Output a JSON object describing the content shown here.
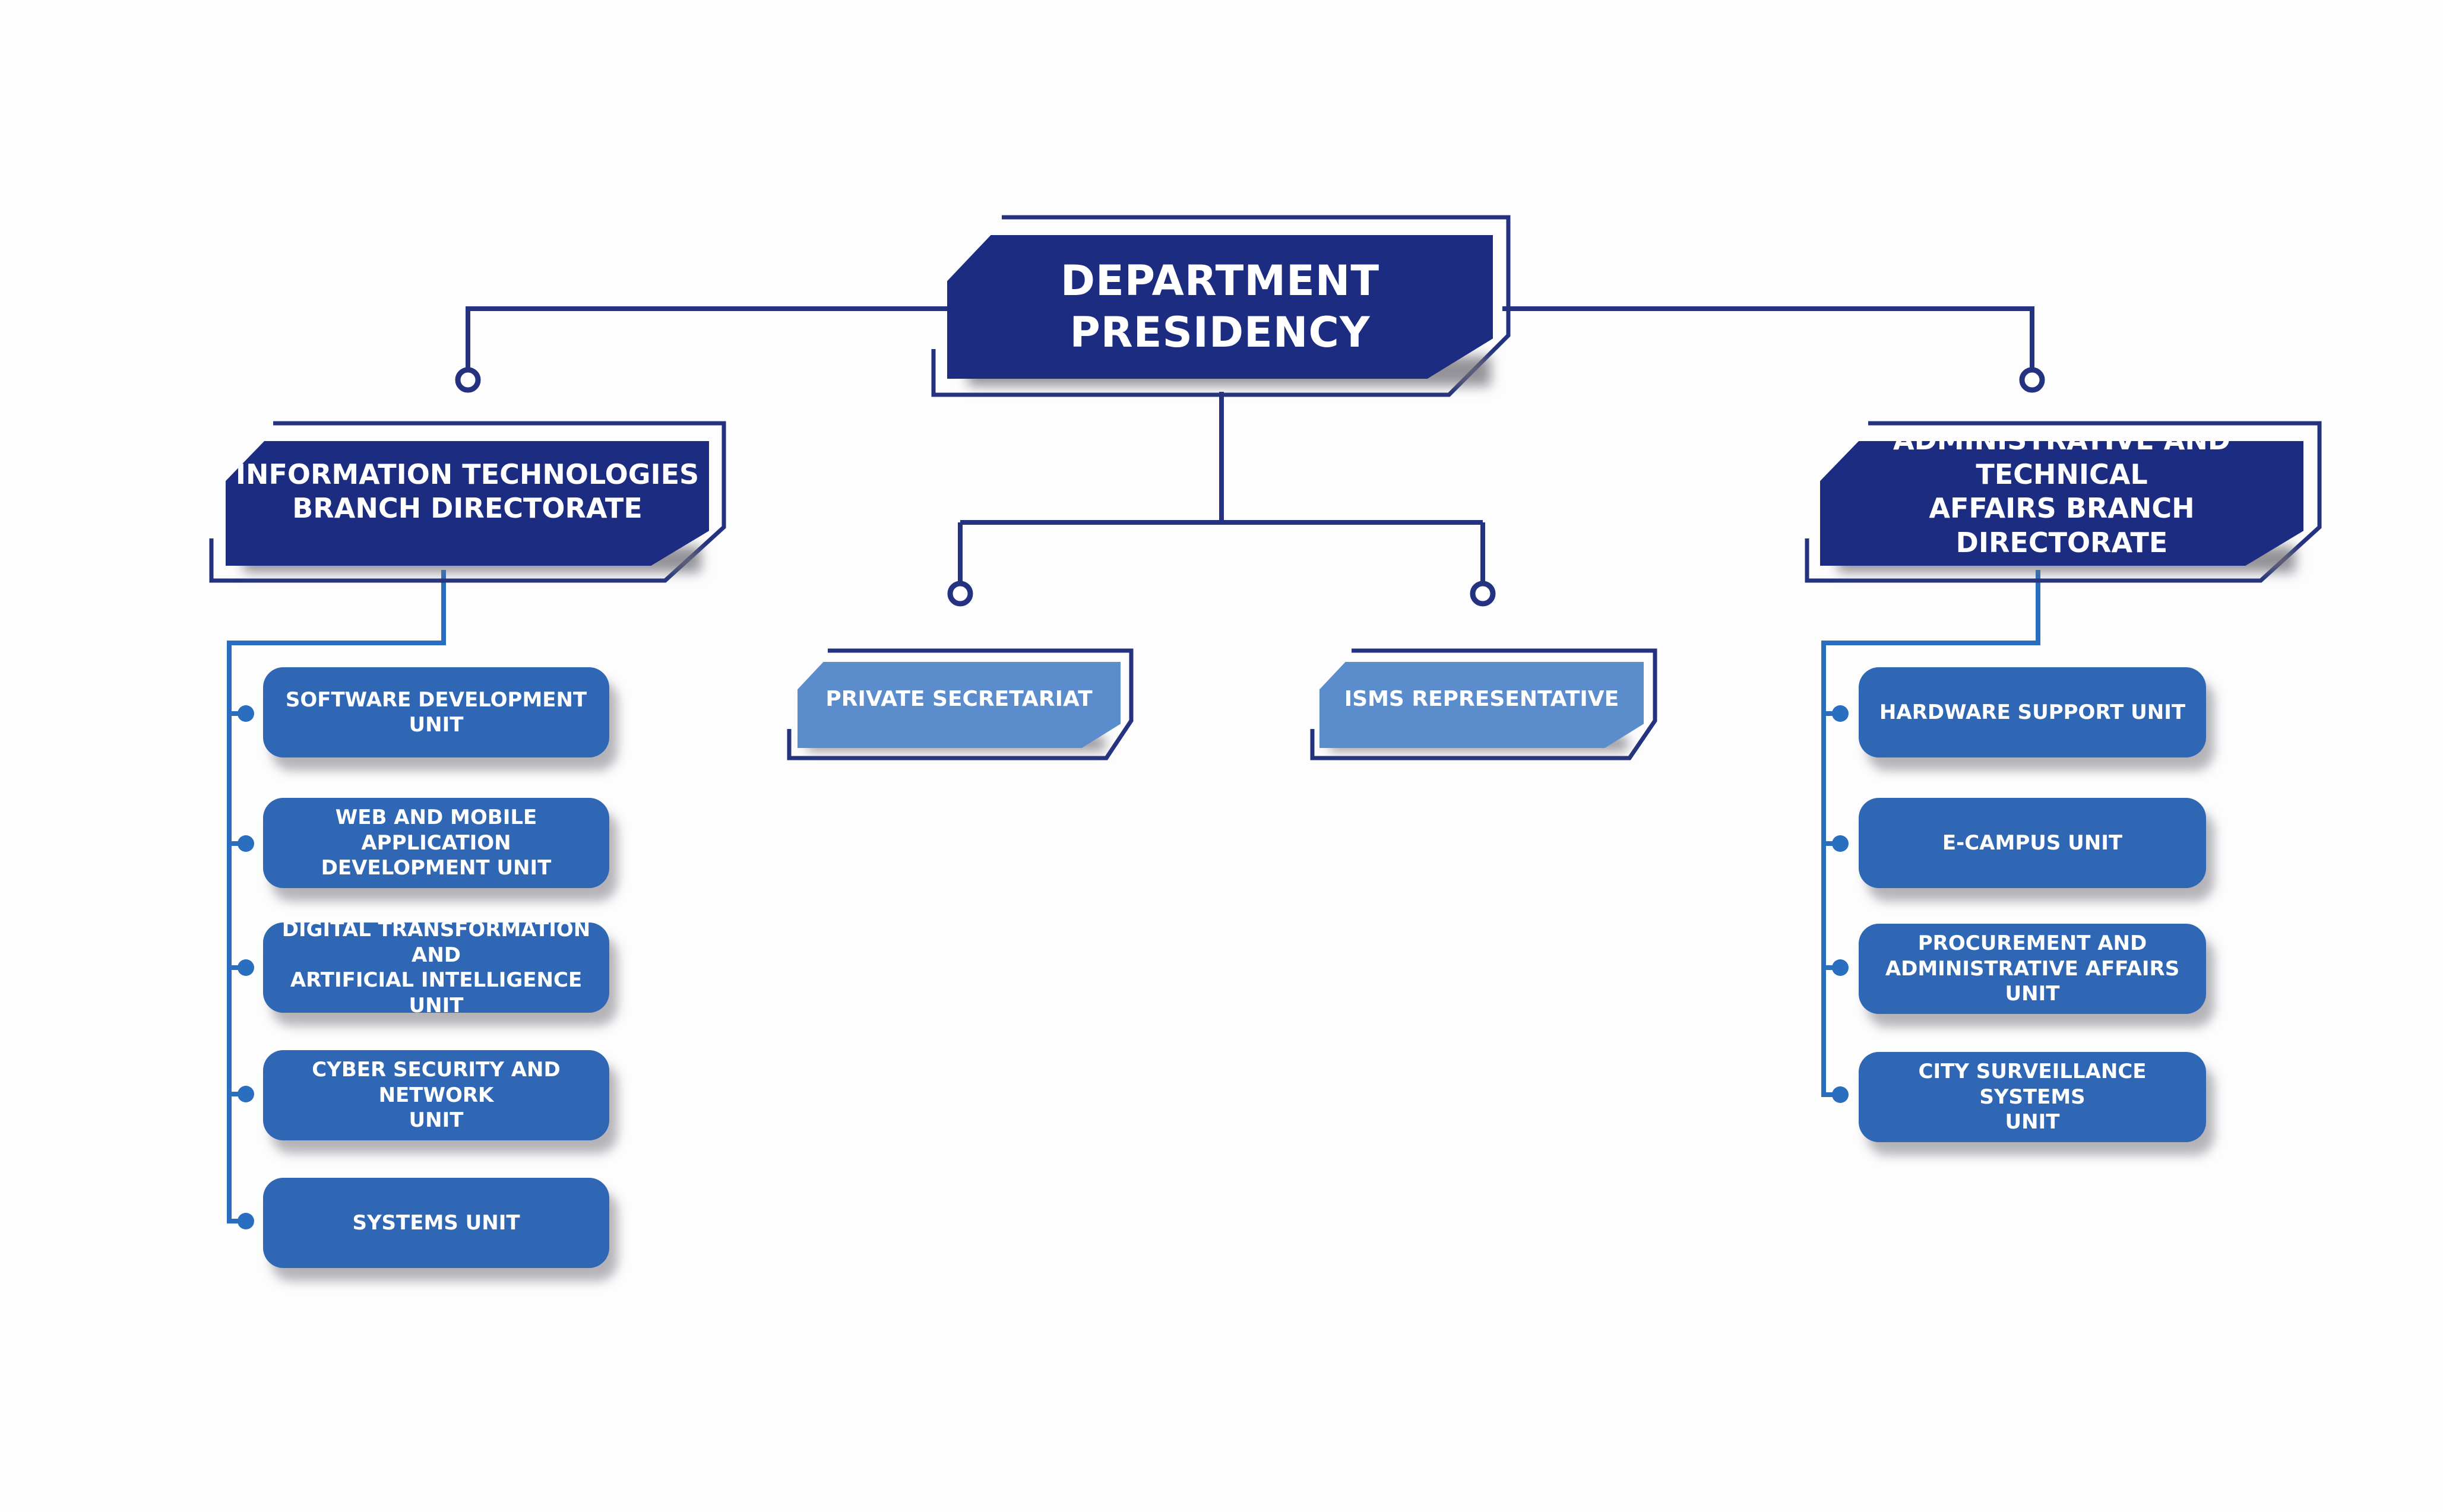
{
  "colors": {
    "navy": "#1c2c80",
    "line_navy": "#24327f",
    "line_blue": "#2a6fbf",
    "unit_blue": "#2f67b5",
    "light_blue": "#5b8ccb",
    "text": "#ffffff"
  },
  "top": {
    "title_line1": "DEPARTMENT",
    "title_line2": "PRESIDENCY"
  },
  "directorates": {
    "left": {
      "line1": "INFORMATION TECHNOLOGIES",
      "line2": "BRANCH DIRECTORATE"
    },
    "right": {
      "line1": "ADMINISTRATIVE AND TECHNICAL",
      "line2": "AFFAIRS BRANCH DIRECTORATE"
    }
  },
  "staff": {
    "private_secretariat": "PRIVATE SECRETARIAT",
    "isms_representative": "ISMS REPRESENTATIVE"
  },
  "left_units": [
    {
      "line1": "SOFTWARE DEVELOPMENT UNIT",
      "line2": ""
    },
    {
      "line1": "WEB AND MOBILE APPLICATION",
      "line2": "DEVELOPMENT UNIT"
    },
    {
      "line1": "DIGITAL TRANSFORMATION AND",
      "line2": "ARTIFICIAL INTELLIGENCE UNIT"
    },
    {
      "line1": "CYBER SECURITY AND NETWORK",
      "line2": "UNIT"
    },
    {
      "line1": "SYSTEMS UNIT",
      "line2": ""
    }
  ],
  "right_units": [
    {
      "line1": "HARDWARE SUPPORT UNIT",
      "line2": ""
    },
    {
      "line1": "E-CAMPUS UNIT",
      "line2": ""
    },
    {
      "line1": "PROCUREMENT AND",
      "line2": "ADMINISTRATIVE AFFAIRS UNIT"
    },
    {
      "line1": "CITY SURVEILLANCE SYSTEMS",
      "line2": "UNIT"
    }
  ]
}
